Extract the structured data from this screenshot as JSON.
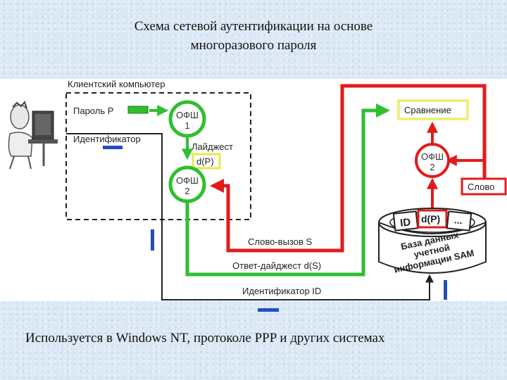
{
  "title": {
    "line1": "Схема сетевой аутентификации на основе",
    "line2": "многоразового пароля"
  },
  "diagram": {
    "client_computer_label": "Клиентский компьютер",
    "password_label": "Пароль Р",
    "identifier_label": "Идентификатор",
    "ofsh1_line1": "ОФШ",
    "ofsh1_line2": "1",
    "digest_label": "Лайджест",
    "digest_box": "d(P)",
    "ofsh2_client_line1": "ОФШ",
    "ofsh2_client_line2": "2",
    "challenge_label": "Слово-вызов S",
    "response_label": "Ответ-дайджест d(S)",
    "identifier_id_label": "Идентификатор ID",
    "compare_box": "Сравнение",
    "ofsh2_server_line1": "ОФШ",
    "ofsh2_server_line2": "2",
    "word_box": "Слово",
    "db_cell_id": "ID",
    "db_cell_dp": "d(P)",
    "db_cell_more": "...",
    "db_line1": "База данных",
    "db_line2": "учетной",
    "db_line3": "информации SAM"
  },
  "footer": {
    "text": "Используется в Windows NT, протоколе PPP и других системах"
  },
  "colors": {
    "red": "#e21b1b",
    "green": "#2fbf2f",
    "blue": "#2050c0",
    "yellow_box": "#eef07a"
  }
}
